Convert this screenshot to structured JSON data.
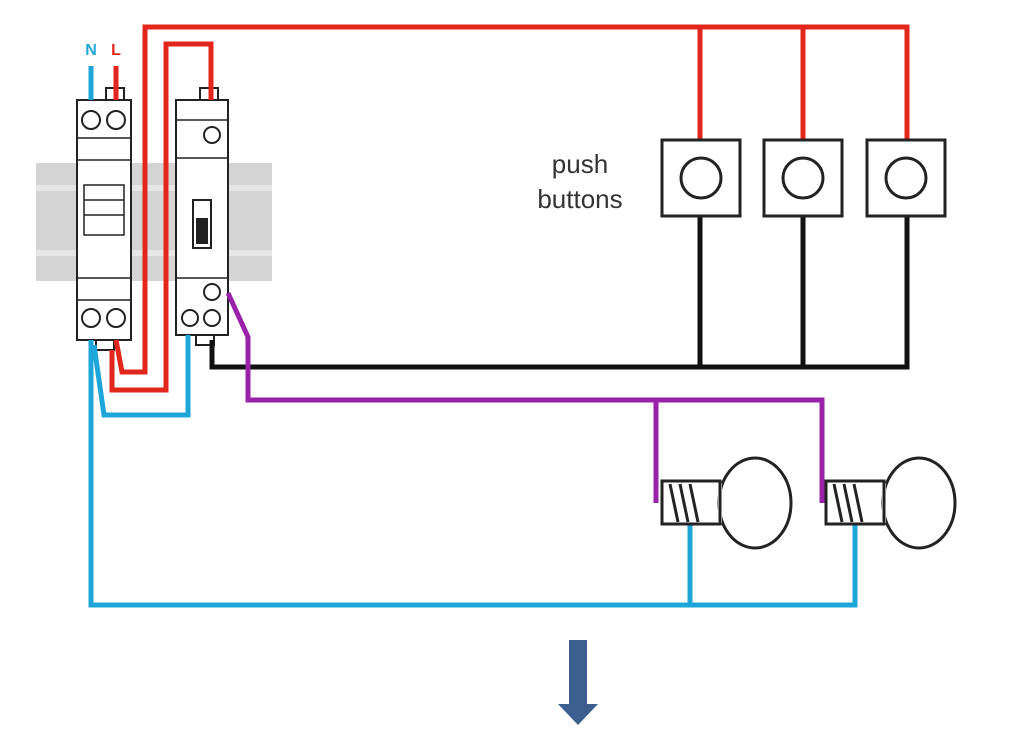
{
  "diagram": {
    "type": "wiring-diagram",
    "labels": {
      "neutral": "N",
      "live": "L",
      "push_buttons_line1": "push",
      "push_buttons_line2": "buttons"
    },
    "colors": {
      "live": "#e2261c",
      "neutral": "#1ea6d8",
      "switched": "#9a22a8",
      "control": "#111111",
      "rail": "#d4d4d4",
      "arrow": "#3d5f8f"
    },
    "components": {
      "circuit_breaker": "breaker-module",
      "relay": "impulse-relay-module",
      "push_buttons": 3,
      "lamps": 2
    },
    "arrow_direction": "down"
  }
}
